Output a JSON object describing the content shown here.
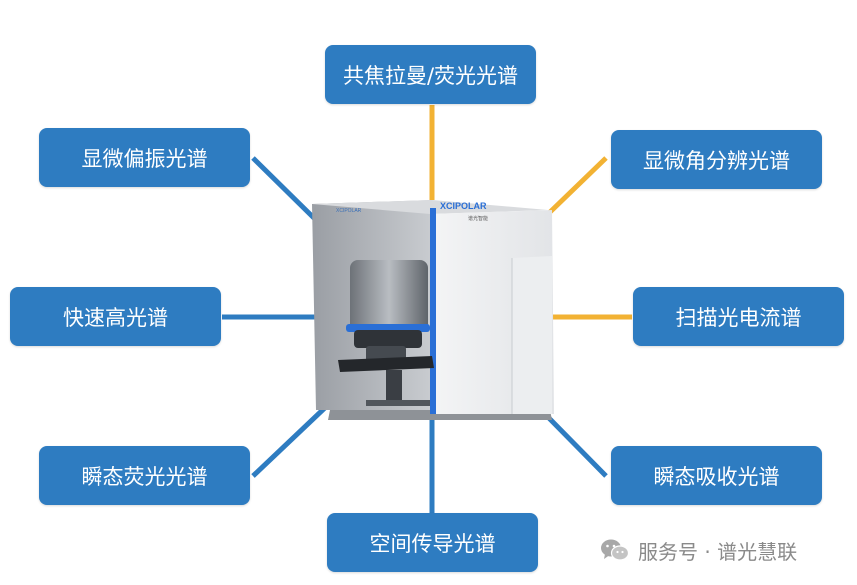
{
  "colors": {
    "box_fill": "#2e7cc1",
    "box_text": "#ffffff",
    "line_blue": "#2e7cc1",
    "line_yellow": "#f2b233",
    "instrument_accent": "#2a6fd6",
    "watermark_text": "#8a8a8a"
  },
  "labels": {
    "top": "共焦拉曼/荧光光谱",
    "upper_left": "显微偏振光谱",
    "upper_right": "显微角分辨光谱",
    "mid_left": "快速高光谱",
    "mid_right": "扫描光电流谱",
    "lower_left": "瞬态荧光光谱",
    "lower_right": "瞬态吸收光谱",
    "bottom": "空间传导光谱"
  },
  "instrument": {
    "brand": "XCIPOLAR",
    "side_brand": "XCIPOLAR",
    "brand_subtext": "谱光智能"
  },
  "watermark": {
    "icon": "wechat-icon",
    "text": "服务号 · 谱光慧联"
  }
}
